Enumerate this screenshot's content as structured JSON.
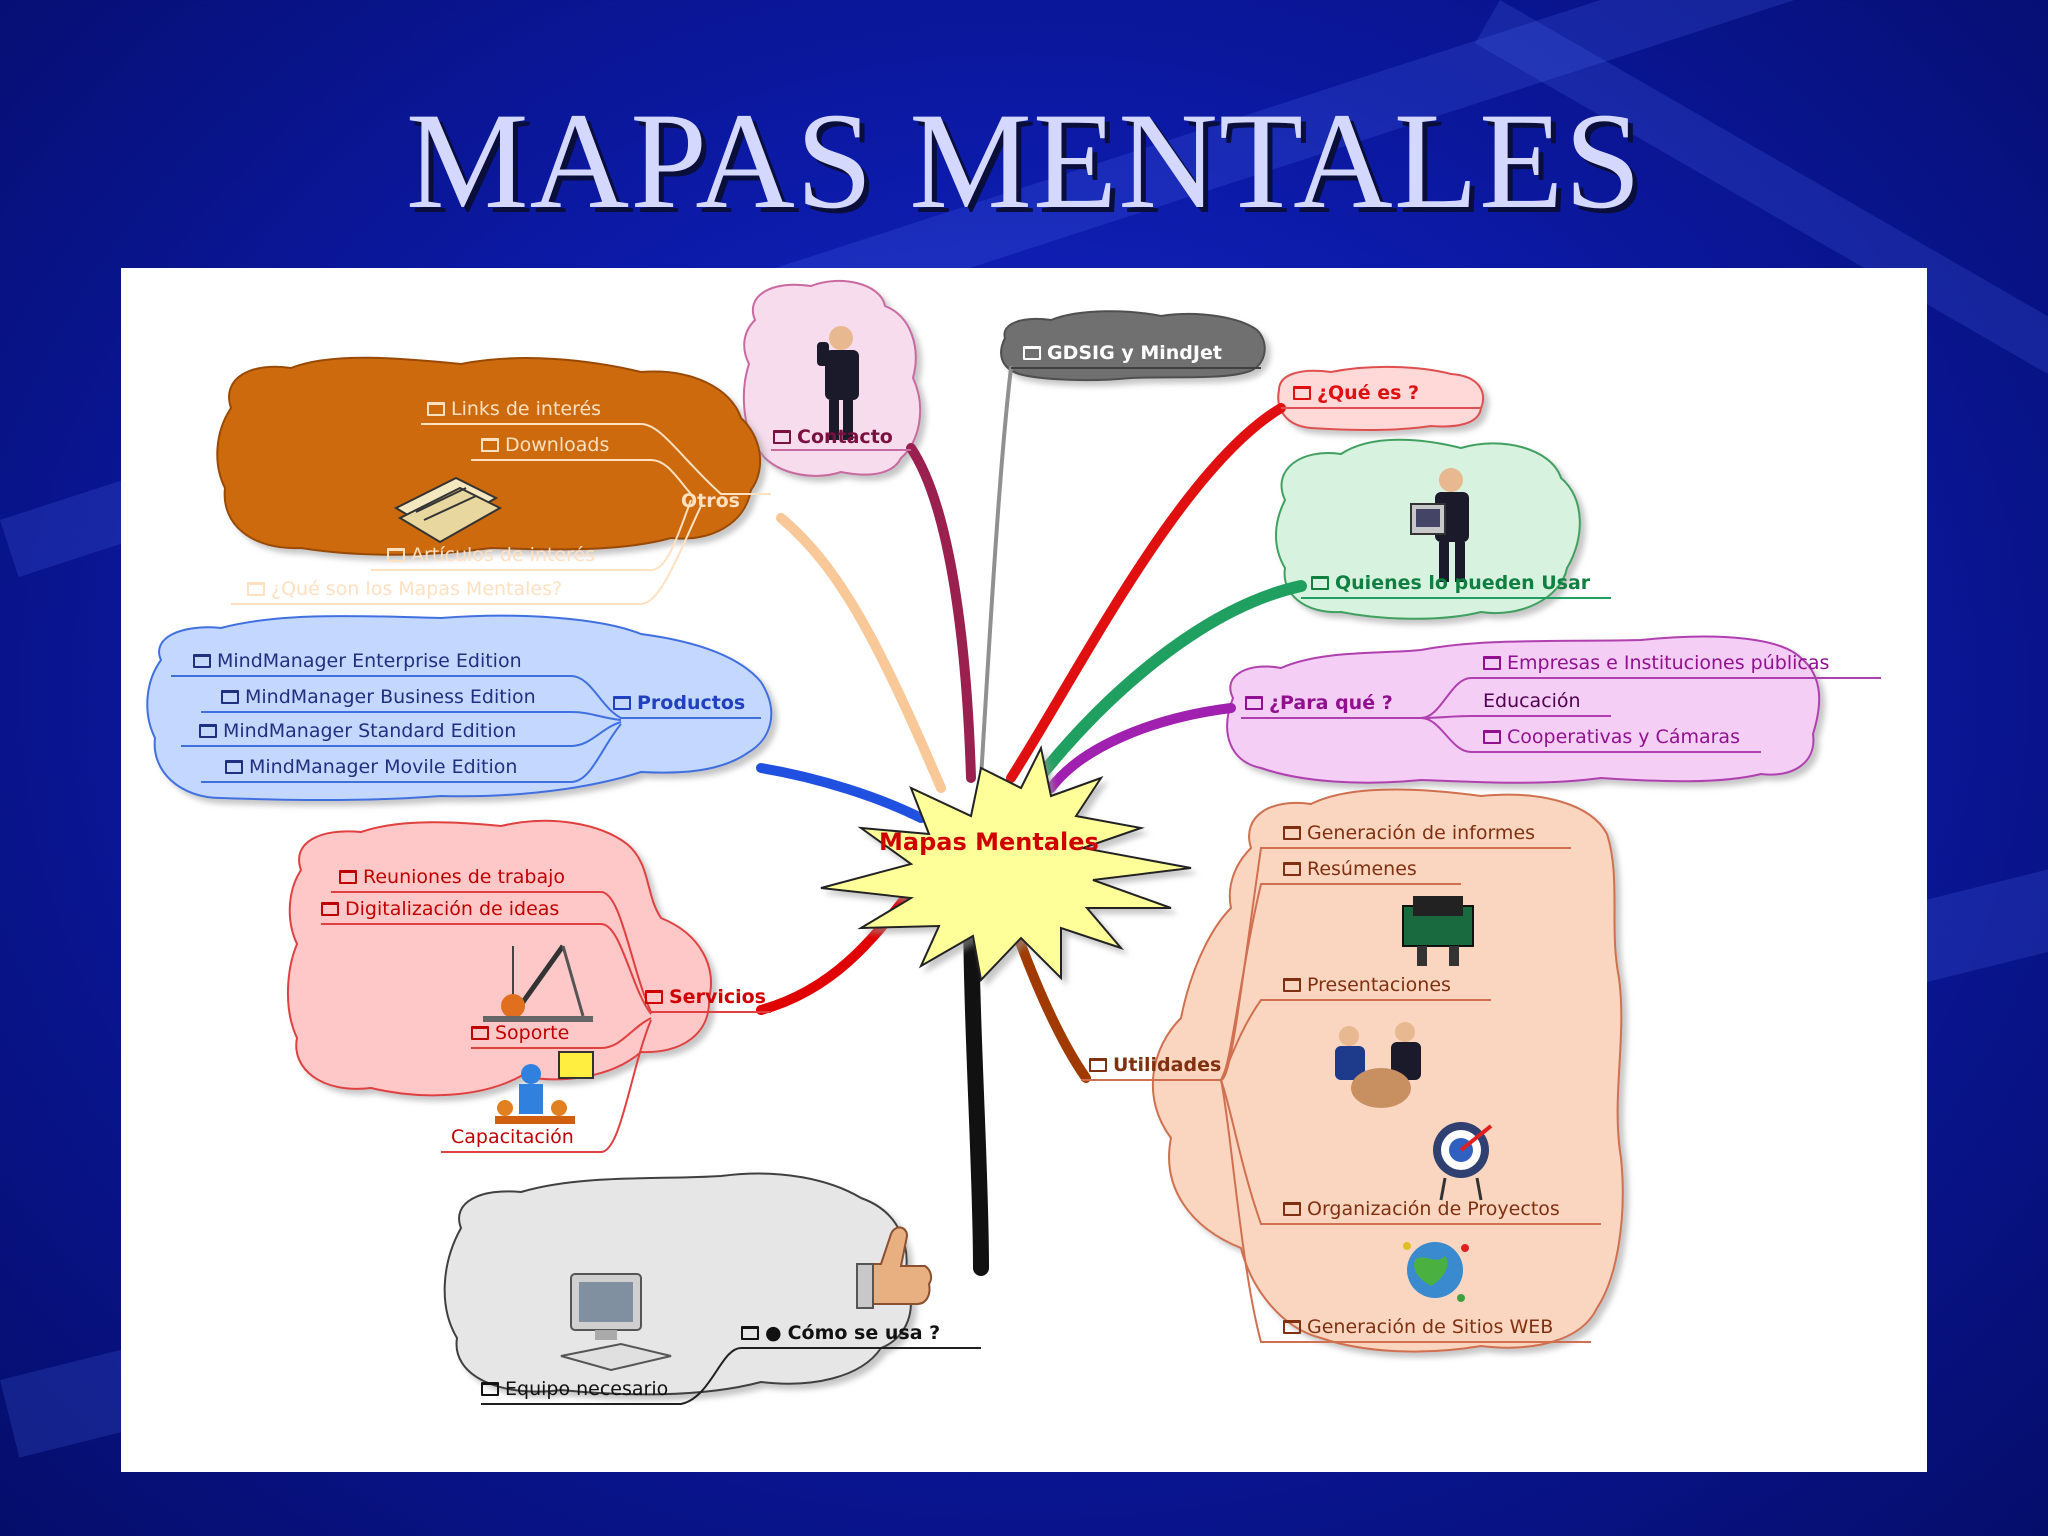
{
  "title": "MAPAS MENTALES",
  "colors": {
    "background": "#0c1aa8",
    "title": "#d4d8ff",
    "central_text": "#d00000",
    "central_fill": "#ffff9a",
    "otros_bubble": "#cc6a0e",
    "productos_bubble": "#c4d8ff",
    "servicios_bubble": "#ffc8c8",
    "equipo_bubble": "#e6e6e6",
    "contacto_bubble": "#f6dcec",
    "gdsig_bubble": "#707070",
    "quees_bubble": "#ffd8d8",
    "quienes_bubble": "#d8f2e0",
    "paraque_bubble": "#f4cef4",
    "utilidades_bubble": "#fad6c0"
  },
  "central": {
    "label": "Mapas Mentales"
  },
  "nodes": {
    "contacto": "Contacto",
    "gdsig": "GDSIG y MindJet",
    "que_es": "¿Qué es ?",
    "quienes": "Quienes lo pueden Usar",
    "para_que": "¿Para qué ?",
    "para_que_children": [
      "Empresas e Instituciones públicas",
      "Educación",
      "Cooperativas y Cámaras"
    ],
    "otros": "Otros",
    "otros_children": [
      "Links de interés",
      "Downloads",
      "Artículos de interés",
      "¿Qué son los Mapas Mentales?"
    ],
    "productos": "Productos",
    "productos_children": [
      "MindManager Enterprise Edition",
      "MindManager Business Edition",
      "MindManager Standard Edition",
      "MindManager Movile Edition"
    ],
    "servicios": "Servicios",
    "servicios_children": [
      "Reuniones de trabajo",
      "Digitalización de ideas",
      "Soporte",
      "Capacitación"
    ],
    "utilidades": "Utilidades",
    "utilidades_children": [
      "Generación de informes",
      "Resúmenes",
      "Presentaciones",
      "Organización de Proyectos",
      "Generación de Sitios WEB"
    ],
    "como_se_usa": "Cómo se usa ?",
    "equipo": "Equipo necesario"
  },
  "icons": [
    "book-icon",
    "lightbulb-icon",
    "businessman-phone-icon",
    "newspaper-icon",
    "businessman-computer-icon",
    "crane-icon",
    "teacher-icon",
    "thumbs-up-icon",
    "computer-icon",
    "projector-icon",
    "meeting-icon",
    "target-icon",
    "globe-icon"
  ]
}
